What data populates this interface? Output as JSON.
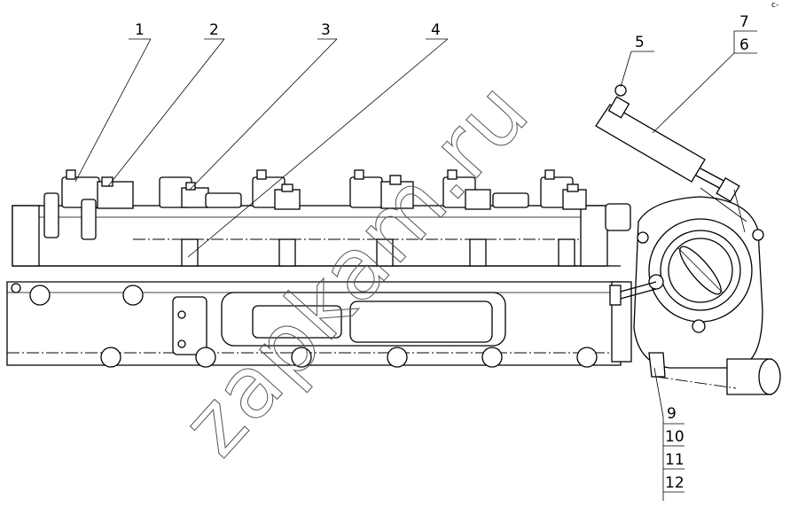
{
  "drawing": {
    "watermark": "zapkam.ru",
    "corner_mark": "с-"
  },
  "callouts": [
    {
      "id": "1",
      "label": "1"
    },
    {
      "id": "2",
      "label": "2"
    },
    {
      "id": "3",
      "label": "3"
    },
    {
      "id": "4",
      "label": "4"
    },
    {
      "id": "5",
      "label": "5"
    },
    {
      "id": "6",
      "label": "6"
    },
    {
      "id": "7",
      "label": "7"
    },
    {
      "id": "9",
      "label": "9"
    },
    {
      "id": "10",
      "label": "10"
    },
    {
      "id": "11",
      "label": "11"
    },
    {
      "id": "12",
      "label": "12"
    }
  ],
  "colors": {
    "line": "#000000",
    "background": "#ffffff",
    "watermark": "#555555"
  }
}
